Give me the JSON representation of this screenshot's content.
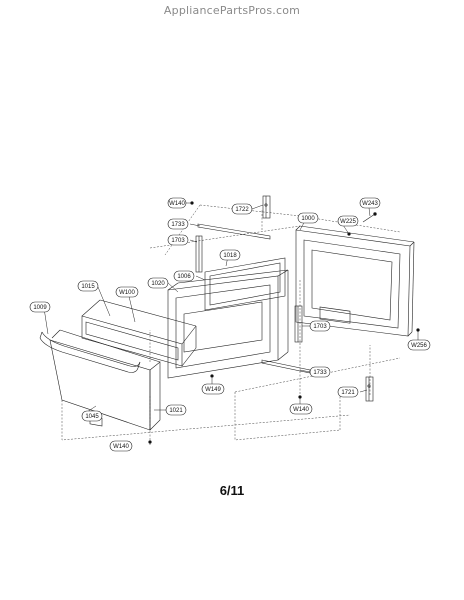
{
  "watermark": "AppliancePartsPros.com",
  "page_number": "6/11",
  "callouts": [
    {
      "label": "W140"
    },
    {
      "label": "1722"
    },
    {
      "label": "1000"
    },
    {
      "label": "W243"
    },
    {
      "label": "W225"
    },
    {
      "label": "1733"
    },
    {
      "label": "1703"
    },
    {
      "label": "1018"
    },
    {
      "label": "1006"
    },
    {
      "label": "1020"
    },
    {
      "label": "1015"
    },
    {
      "label": "W100"
    },
    {
      "label": "1009"
    },
    {
      "label": "1703"
    },
    {
      "label": "W256"
    },
    {
      "label": "1733"
    },
    {
      "label": "W149"
    },
    {
      "label": "1721"
    },
    {
      "label": "W140"
    },
    {
      "label": "1021"
    },
    {
      "label": "1045"
    },
    {
      "label": "W140"
    }
  ]
}
